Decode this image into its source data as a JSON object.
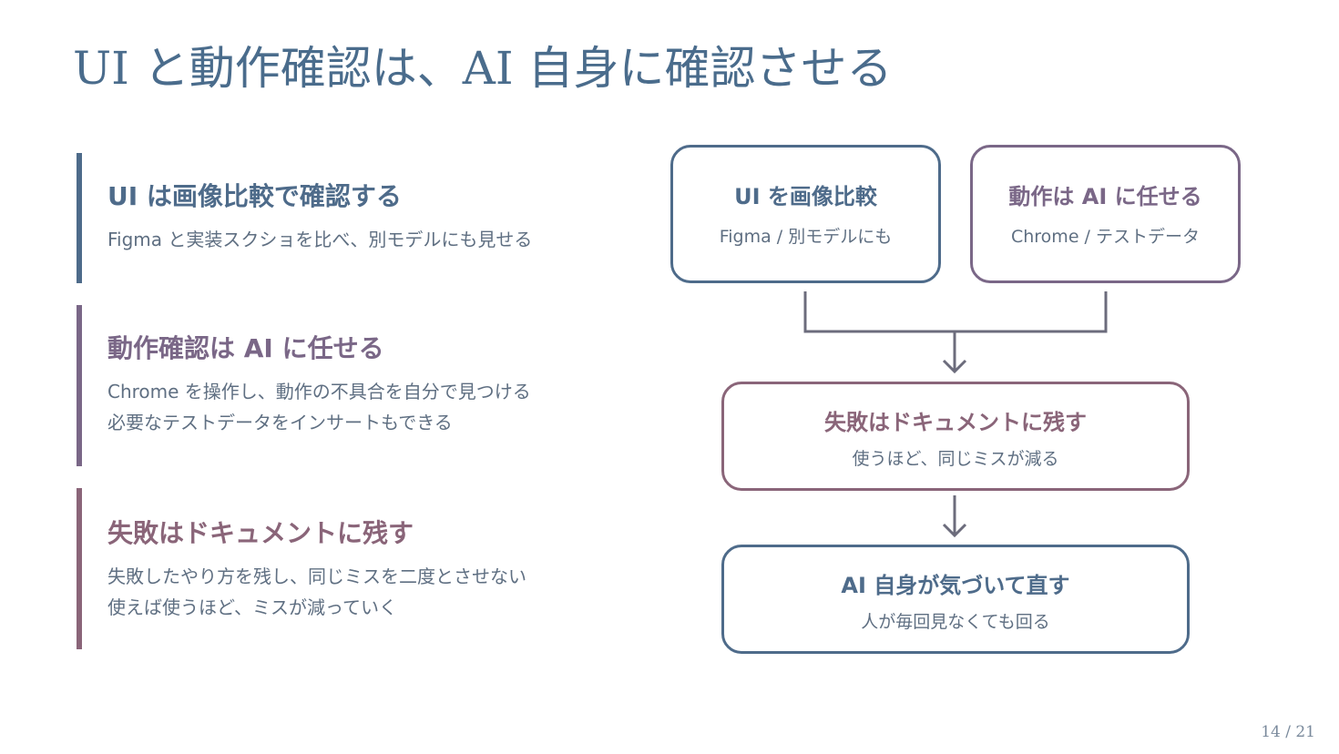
{
  "title": "UI と動作確認は、AI 自身に確認させる",
  "colors": {
    "blue": "#4e6b8a",
    "purple": "#7a6787",
    "mauve": "#8a6579",
    "text_muted": "#5f6f82"
  },
  "points": [
    {
      "heading": "UI は画像比較で確認する",
      "lines": [
        "Figma と実装スクショを比べ、別モデルにも見せる"
      ]
    },
    {
      "heading": "動作確認は AI に任せる",
      "lines": [
        "Chrome を操作し、動作の不具合を自分で見つける",
        "必要なテストデータをインサートもできる"
      ]
    },
    {
      "heading": "失敗はドキュメントに残す",
      "lines": [
        "失敗したやり方を残し、同じミスを二度とさせない",
        "使えば使うほど、ミスが減っていく"
      ]
    }
  ],
  "flow": {
    "ui_box": {
      "title": "UI を画像比較",
      "sub": "Figma / 別モデルにも"
    },
    "action_box": {
      "title": "動作は AI に任せる",
      "sub": "Chrome / テストデータ"
    },
    "failure_box": {
      "title": "失敗はドキュメントに残す",
      "sub": "使うほど、同じミスが減る"
    },
    "result_box": {
      "title": "AI 自身が気づいて直す",
      "sub": "人が毎回見なくても回る"
    }
  },
  "pager": "14 / 21"
}
